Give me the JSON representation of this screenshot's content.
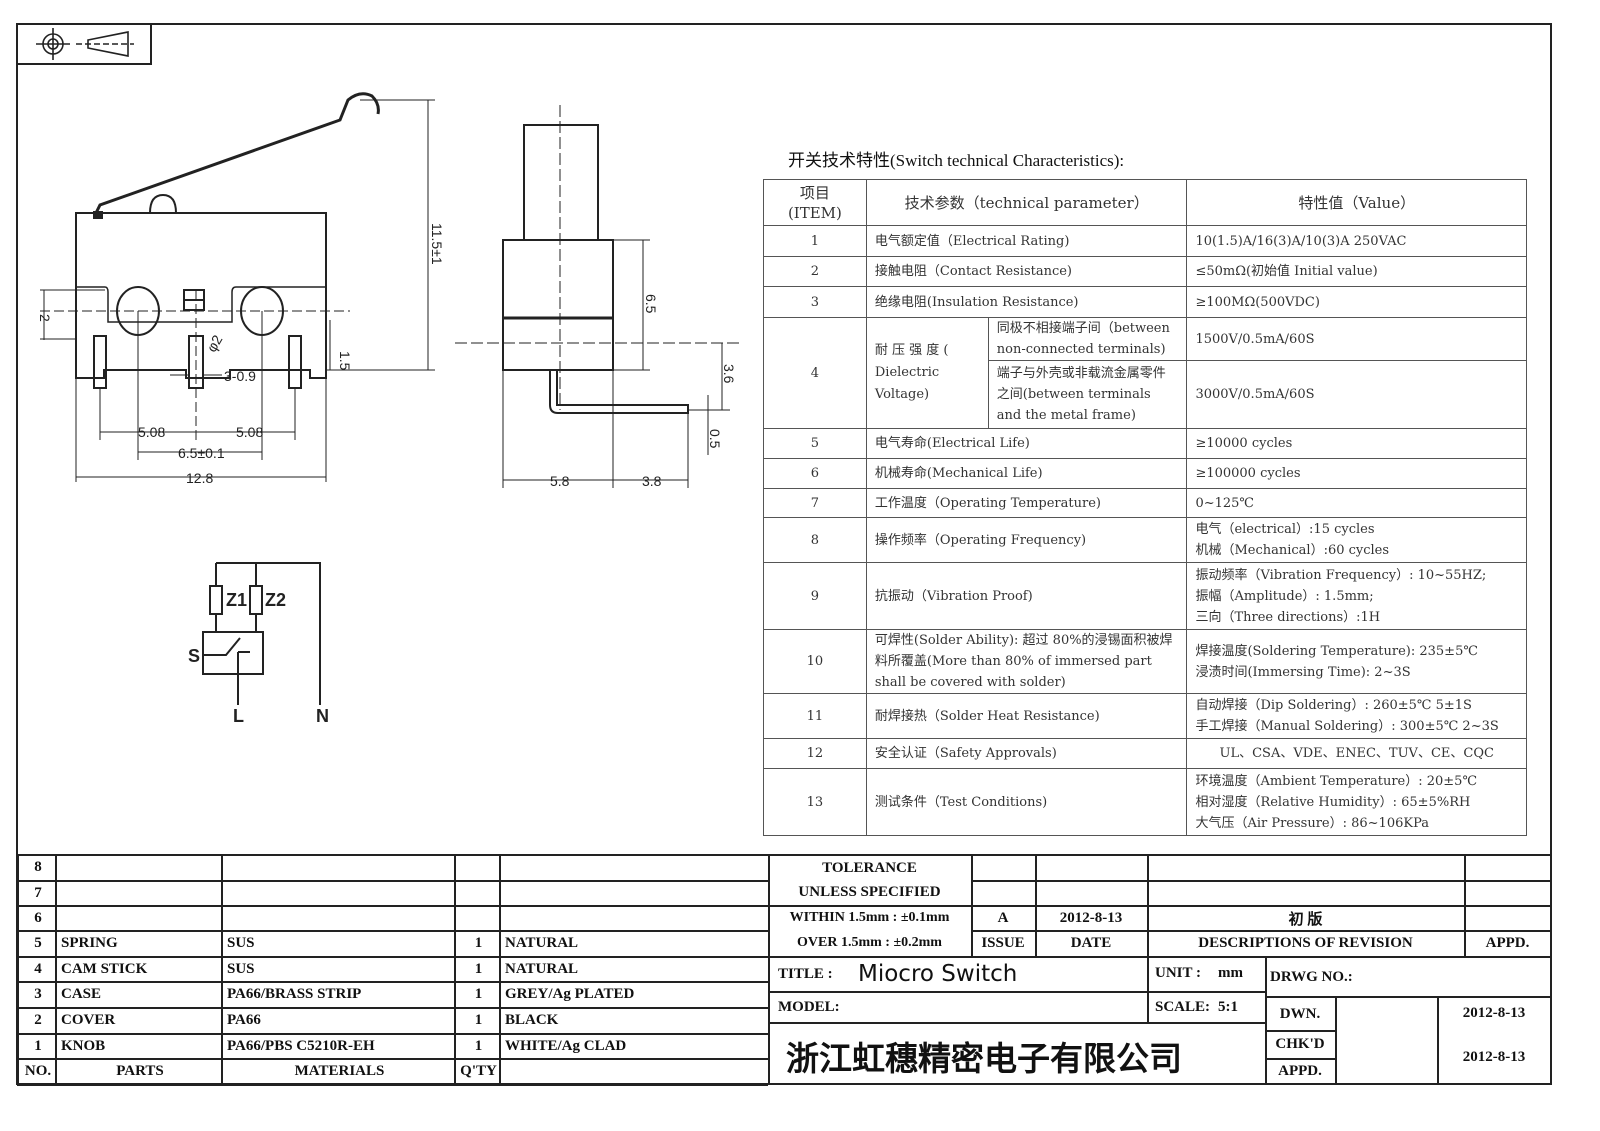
{
  "spec_title": "开关技术特性(Switch technical Characteristics):",
  "spec_headers": {
    "item": "项目",
    "item_en": "(ITEM)",
    "param": "技术参数（technical parameter）",
    "value": "特性值（Value）"
  },
  "spec_rows": [
    {
      "no": "1",
      "param": "电气额定值（Electrical Rating)",
      "value": [
        "10(1.5)A/16(3)A/10(3)A  250VAC"
      ]
    },
    {
      "no": "2",
      "param": "接触电阻（Contact  Resistance)",
      "value": [
        "≤50mΩ(初始值 Initial value)"
      ]
    },
    {
      "no": "3",
      "param": "绝缘电阻(Insulation Resistance)",
      "value": [
        "≥100MΩ(500VDC)"
      ]
    },
    {
      "no": "4",
      "param": "耐 压 强 度 ( Dielectric Voltage)",
      "sub": [
        {
          "param": "同极不相接端子间（between non-connected terminals)",
          "value": "1500V/0.5mA/60S"
        },
        {
          "param": "端子与外壳或非载流金属零件之间(between terminals and the metal frame)",
          "value": "3000V/0.5mA/60S"
        }
      ]
    },
    {
      "no": "5",
      "param": "电气寿命(Electrical Life)",
      "value": [
        "≥10000 cycles"
      ]
    },
    {
      "no": "6",
      "param": "机械寿命(Mechanical Life)",
      "value": [
        "≥100000 cycles"
      ]
    },
    {
      "no": "7",
      "param": "工作温度（Operating Temperature)",
      "value": [
        "0~125℃"
      ]
    },
    {
      "no": "8",
      "param": "操作频率（Operating Frequency)",
      "value": [
        "电气（electrical）:15 cycles",
        "机械（Mechanical）:60 cycles"
      ]
    },
    {
      "no": "9",
      "param": "抗振动（Vibration Proof)",
      "value": [
        "振动频率（Vibration Frequency）: 10~55HZ;",
        "振幅（Amplitude）: 1.5mm;",
        "三向（Three directions）:1H"
      ]
    },
    {
      "no": "10",
      "param": "可焊性(Solder Ability): 超过 80%的浸锡面积被焊料所覆盖(More than 80% of immersed part shall be covered with solder)",
      "value": [
        "焊接温度(Soldering Temperature): 235±5℃",
        "浸渍时间(Immersing Time): 2~3S"
      ]
    },
    {
      "no": "11",
      "param": "耐焊接热（Solder Heat Resistance)",
      "value": [
        "自动焊接（Dip Soldering）: 260±5℃ 5±1S",
        "手工焊接（Manual Soldering）: 300±5℃ 2~3S"
      ]
    },
    {
      "no": "12",
      "param": "安全认证（Safety Approvals)",
      "value": [
        "UL、CSA、VDE、ENEC、TUV、CE、CQC"
      ]
    },
    {
      "no": "13",
      "param": "测试条件（Test Conditions)",
      "value": [
        "环境温度（Ambient Temperature）: 20±5℃",
        "相对湿度（Relative Humidity）: 65±5%RH",
        "大气压（Air Pressure）: 86~106KPa"
      ]
    }
  ],
  "dimensions": {
    "h_total": "11.5±1",
    "d2": "2",
    "d15": "1.5",
    "phi": "φ2",
    "pin": "3-0.9",
    "p1": "5.08",
    "p2": "5.08",
    "p65": "6.5±0.1",
    "w": "12.8",
    "s65": "6.5",
    "s36": "3.6",
    "s05": "0.5",
    "s58": "5.8",
    "s38": "3.8"
  },
  "schematic": {
    "z1": "Z1",
    "z2": "Z2",
    "s": "S",
    "l": "L",
    "n": "N"
  },
  "parts": {
    "header": {
      "no": "NO.",
      "parts": "PARTS",
      "materials": "MATERIALS",
      "qty": "Q'TY"
    },
    "empty_rows": [
      "8",
      "7",
      "6"
    ],
    "rows": [
      {
        "no": "5",
        "part": "SPRING",
        "material": "SUS",
        "qty": "1",
        "finish": "NATURAL"
      },
      {
        "no": "4",
        "part": "CAM STICK",
        "material": "SUS",
        "qty": "1",
        "finish": "NATURAL"
      },
      {
        "no": "3",
        "part": "CASE",
        "material": "PA66/BRASS STRIP",
        "qty": "1",
        "finish": "GREY/Ag PLATED"
      },
      {
        "no": "2",
        "part": "COVER",
        "material": "PA66",
        "qty": "1",
        "finish": "BLACK"
      },
      {
        "no": "1",
        "part": "KNOB",
        "material": "PA66/PBS C5210R-EH",
        "qty": "1",
        "finish": "WHITE/Ag CLAD"
      }
    ]
  },
  "title_block": {
    "tolerance1": "TOLERANCE",
    "tolerance2": "UNLESS  SPECIFIED",
    "within": "WITHIN 1.5mm : ±0.1mm",
    "over": "OVER 1.5mm : ±0.2mm",
    "issue_val": "A",
    "date_val": "2012-8-13",
    "desc_val": "初 版",
    "issue": "ISSUE",
    "date": "DATE",
    "desc": "DESCRIPTIONS OF REVISION",
    "appd": "APPD.",
    "title_label": "TITLE :",
    "title": "Miocro Switch",
    "unit_label": "UNIT :",
    "unit": "mm",
    "drwg_no": "DRWG NO.:",
    "model": "MODEL:",
    "scale_label": "SCALE:",
    "scale": "5:1",
    "dwn": "DWN.",
    "dwn_date": "2012-8-13",
    "chkd": "CHK'D",
    "chkd_date": "2012-8-13",
    "appd2": "APPD.",
    "company": "浙江虹穗精密电子有限公司"
  }
}
